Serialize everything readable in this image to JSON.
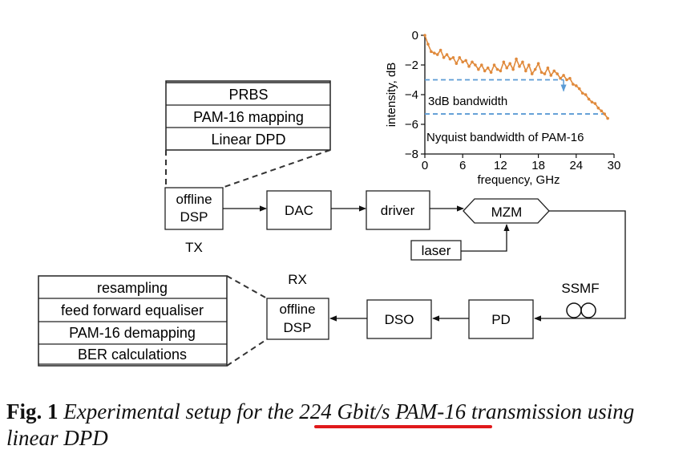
{
  "tx_stack": [
    "PRBS",
    "PAM-16 mapping",
    "Linear DPD"
  ],
  "rx_stack": [
    "resampling",
    "feed forward equaliser",
    "PAM-16 demapping",
    "BER calculations"
  ],
  "tx_blocks": {
    "offline_dsp": [
      "offline",
      "DSP"
    ],
    "dac": "DAC",
    "driver": "driver",
    "mzm": "MZM",
    "laser": "laser"
  },
  "rx_blocks": {
    "offline_dsp": [
      "offline",
      "DSP"
    ],
    "dso": "DSO",
    "pd": "PD"
  },
  "labels": {
    "tx": "TX",
    "rx": "RX",
    "fiber": "SSMF"
  },
  "chart_data": {
    "type": "line",
    "xlabel": "frequency, GHz",
    "ylabel": "intensity, dB",
    "xlim": [
      0,
      30
    ],
    "ylim": [
      -8,
      0
    ],
    "xticks": [
      0,
      6,
      12,
      18,
      24,
      30
    ],
    "yticks": [
      0,
      -2,
      -4,
      -6,
      -8
    ],
    "series_color": "#e08a3c",
    "reference_color": "#5b9bd5",
    "x": [
      0,
      0.5,
      1,
      1.5,
      2,
      2.5,
      3,
      3.5,
      4,
      4.5,
      5,
      5.5,
      6,
      6.5,
      7,
      7.5,
      8,
      8.5,
      9,
      9.5,
      10,
      10.5,
      11,
      11.5,
      12,
      12.5,
      13,
      13.5,
      14,
      14.5,
      15,
      15.5,
      16,
      16.5,
      17,
      17.5,
      18,
      18.5,
      19,
      19.5,
      20,
      20.5,
      21,
      21.5,
      22,
      22.5,
      23,
      23.5,
      24,
      24.5,
      25,
      25.5,
      26,
      26.5,
      27,
      27.5,
      28,
      28.5,
      29
    ],
    "y": [
      0,
      -0.6,
      -1.1,
      -1.2,
      -1.3,
      -1.0,
      -1.5,
      -1.3,
      -1.6,
      -1.5,
      -1.9,
      -1.5,
      -1.8,
      -1.7,
      -2.1,
      -1.8,
      -2.0,
      -2.3,
      -2.0,
      -2.4,
      -2.2,
      -2.5,
      -2.0,
      -2.3,
      -2.4,
      -1.8,
      -2.2,
      -1.9,
      -2.3,
      -1.6,
      -2.1,
      -1.8,
      -2.4,
      -2.0,
      -2.6,
      -2.3,
      -1.9,
      -2.5,
      -2.6,
      -2.2,
      -2.7,
      -2.4,
      -2.6,
      -2.9,
      -2.7,
      -3.0,
      -2.9,
      -3.3,
      -3.4,
      -3.6,
      -3.9,
      -4.0,
      -4.3,
      -4.5,
      -4.6,
      -4.9,
      -5.1,
      -5.3,
      -5.6
    ],
    "annotations": [
      {
        "text": "3dB bandwidth",
        "level": -3,
        "x_end": 22
      },
      {
        "text": "Nyquist bandwidth of PAM-16",
        "level": -5.3,
        "x_end": 28.5
      }
    ]
  },
  "caption": {
    "fig": "Fig. 1",
    "before": " Experimental setup for the ",
    "highlight": "224 Gbit/s PAM-16",
    "after": " transmission using linear DPD",
    "underline_color": "#e0191b"
  }
}
